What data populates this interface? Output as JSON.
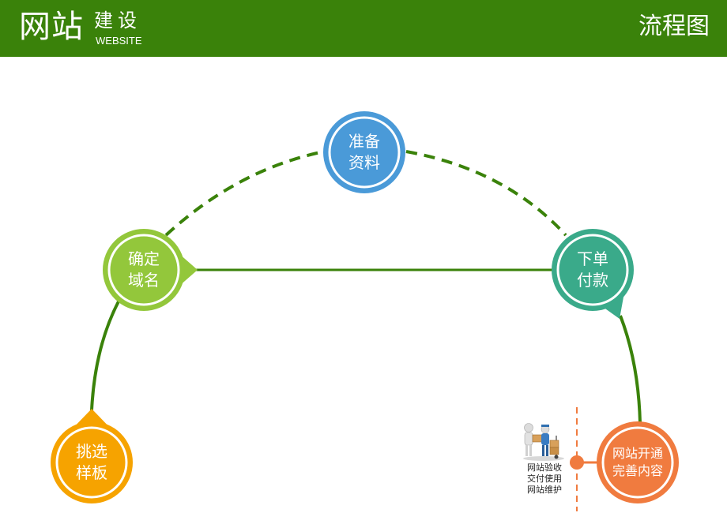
{
  "header": {
    "brand_main": "网站",
    "brand_sub": "建设",
    "brand_en": "WEBSITE",
    "title": "流程图",
    "bg_color": "#3a820a"
  },
  "steps": [
    {
      "id": "select-template",
      "label": "挑选\n样板",
      "color": "#f6a300"
    },
    {
      "id": "confirm-domain",
      "label": "确定\n域名",
      "color": "#93c73b"
    },
    {
      "id": "prepare-materials",
      "label": "准备\n资料",
      "color": "#4a9ad8"
    },
    {
      "id": "order-pay",
      "label": "下单\n付款",
      "color": "#3aaa8a"
    },
    {
      "id": "site-launch",
      "label": "网站开通\n完善内容",
      "color": "#f07b3f"
    }
  ],
  "side_note": {
    "text": "网站验收\n交付使用\n网站维护",
    "icon": "delivery-figure-icon",
    "marker_color": "#f07b3f"
  },
  "connector_color": "#3a820a"
}
